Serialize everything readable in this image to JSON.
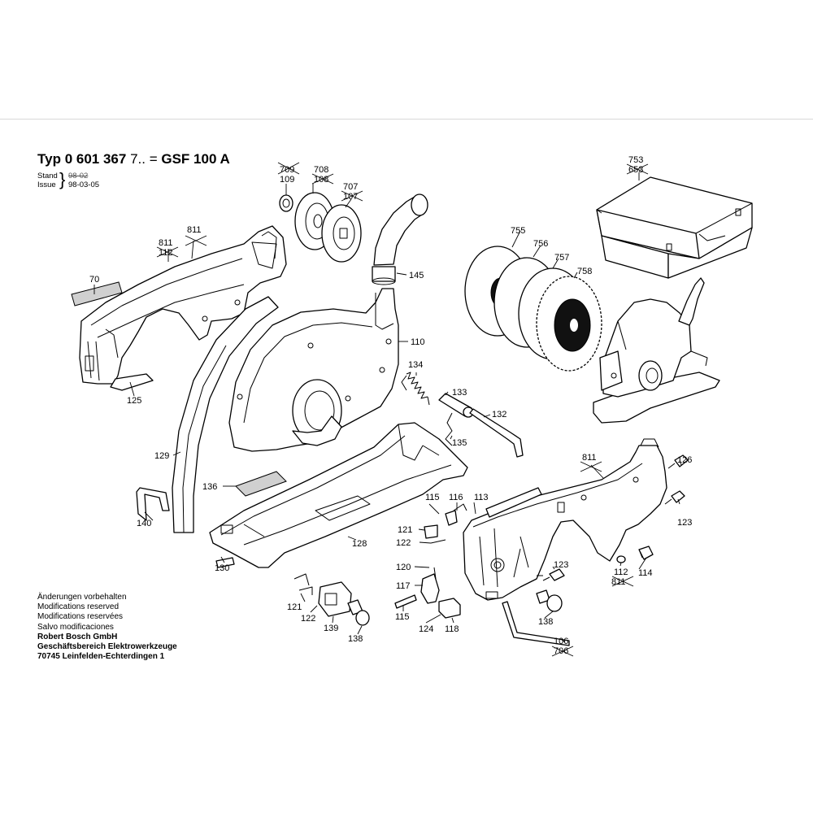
{
  "header": {
    "typ_prefix": "Typ",
    "typ_number": "0 601 367",
    "typ_suffix": "7.. =",
    "model": "GSF 100 A",
    "stand_label": "Stand",
    "issue_label": "Issue",
    "stand_old": "98-02",
    "stand_new": "98-03-05"
  },
  "footer": {
    "lines": [
      "Änderungen vorbehalten",
      "Modifications reserved",
      "Modifications reservées",
      "Salvo modificaciones"
    ],
    "company": "Robert Bosch GmbH",
    "division": "Geschäftsbereich Elektrowerkzeuge",
    "address": "70745 Leinfelden-Echterdingen 1"
  },
  "parts": {
    "p709_old": "709",
    "p109": "109",
    "p708": "708",
    "p108": "108",
    "p707": "707",
    "p107": "107",
    "p753": "753",
    "p653": "653",
    "p811a": "811",
    "p811b": "811",
    "p112a": "112",
    "p70": "70",
    "p125": "125",
    "p145": "145",
    "p110": "110",
    "p755": "755",
    "p756": "756",
    "p757": "757",
    "p758": "758",
    "p134": "134",
    "p133": "133",
    "p132": "132",
    "p135": "135",
    "p129": "129",
    "p136": "136",
    "p140": "140",
    "p128": "128",
    "p130": "130",
    "p811c": "811",
    "p126": "126",
    "p123a": "123",
    "p115a": "115",
    "p116": "116",
    "p113": "113",
    "p121a": "121",
    "p122a": "122",
    "p120": "120",
    "p117": "117",
    "p115b": "115",
    "p124": "124",
    "p118": "118",
    "p123b": "123",
    "p112b": "112",
    "p811d": "811",
    "p114": "114",
    "p121b": "121",
    "p122b": "122",
    "p139": "139",
    "p138a": "138",
    "p138b": "138",
    "p106": "106",
    "p706": "706"
  }
}
